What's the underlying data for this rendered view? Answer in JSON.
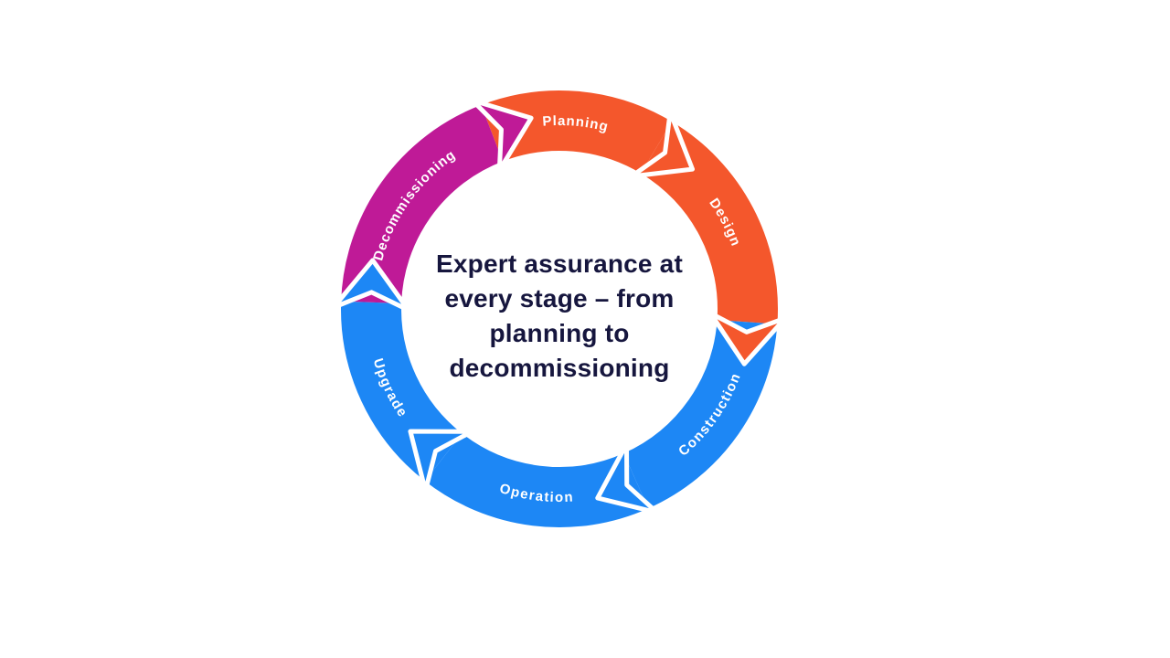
{
  "title": {
    "lines": [
      "Expert assurance at",
      "every stage – from",
      "planning to",
      "decommissioning"
    ],
    "color": "#16163E"
  },
  "diagram": {
    "type": "cycle",
    "direction": "clockwise",
    "label_color": "#FFFFFF",
    "arrow": {
      "outline_color": "#FFFFFF"
    },
    "segments": [
      {
        "label": "Planning",
        "color": "#F4572C",
        "start_angle": -21,
        "end_angle": 31,
        "text_direction": "cw"
      },
      {
        "label": "Design",
        "color": "#F4572C",
        "start_angle": 31,
        "end_angle": 94,
        "text_direction": "cw"
      },
      {
        "label": "Construction",
        "color": "#1D87F5",
        "start_angle": 94,
        "end_angle": 156,
        "text_direction": "ccw"
      },
      {
        "label": "Operation",
        "color": "#1D87F5",
        "start_angle": 156,
        "end_angle": 218,
        "text_direction": "ccw"
      },
      {
        "label": "Upgrade",
        "color": "#1D87F5",
        "start_angle": 218,
        "end_angle": 272,
        "text_direction": "ccw"
      },
      {
        "label": "Decommissioning",
        "color": "#BF1A97",
        "start_angle": 272,
        "end_angle": 339,
        "text_direction": "cw"
      }
    ]
  }
}
